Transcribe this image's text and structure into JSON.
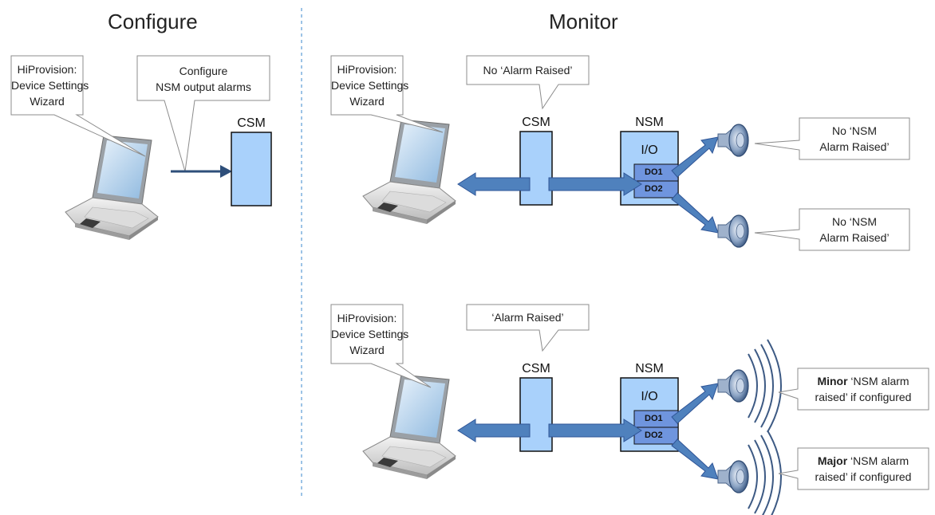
{
  "configure": {
    "title": "Configure",
    "callout_hiprovision": [
      "HiProvision:",
      "Device Settings",
      "Wizard"
    ],
    "callout_configure": [
      "Configure",
      "NSM output alarms"
    ],
    "csm_label": "CSM"
  },
  "monitor": {
    "title": "Monitor",
    "top": {
      "callout_hiprovision": [
        "HiProvision:",
        "Device Settings",
        "Wizard"
      ],
      "csm_callout": "No ‘Alarm Raised’",
      "csm_label": "CSM",
      "nsm_label": "NSM",
      "io_label": "I/O",
      "do1": "DO1",
      "do2": "DO2",
      "alarm1": [
        "No ‘NSM",
        "Alarm Raised’"
      ],
      "alarm2": [
        "No ‘NSM",
        "Alarm Raised’"
      ]
    },
    "bottom": {
      "callout_hiprovision": [
        "HiProvision:",
        "Device Settings",
        "Wizard"
      ],
      "csm_callout": "‘Alarm Raised’",
      "csm_label": "CSM",
      "nsm_label": "NSM",
      "io_label": "I/O",
      "do1": "DO1",
      "do2": "DO2",
      "alarm1_bold": "Minor",
      "alarm1_rest": " ‘NSM alarm",
      "alarm1_line2": "raised’ if configured",
      "alarm2_bold": "Major",
      "alarm2_rest": " ‘NSM alarm",
      "alarm2_line2": "raised’ if configured"
    }
  },
  "colors": {
    "box_fill": "#a9d1fb",
    "port_fill": "#6f95de",
    "arrow_fill": "#4f81bd",
    "arrow_stroke": "#2f5597",
    "divider": "#5b9bd5",
    "line_dark": "#2e4f7a"
  }
}
